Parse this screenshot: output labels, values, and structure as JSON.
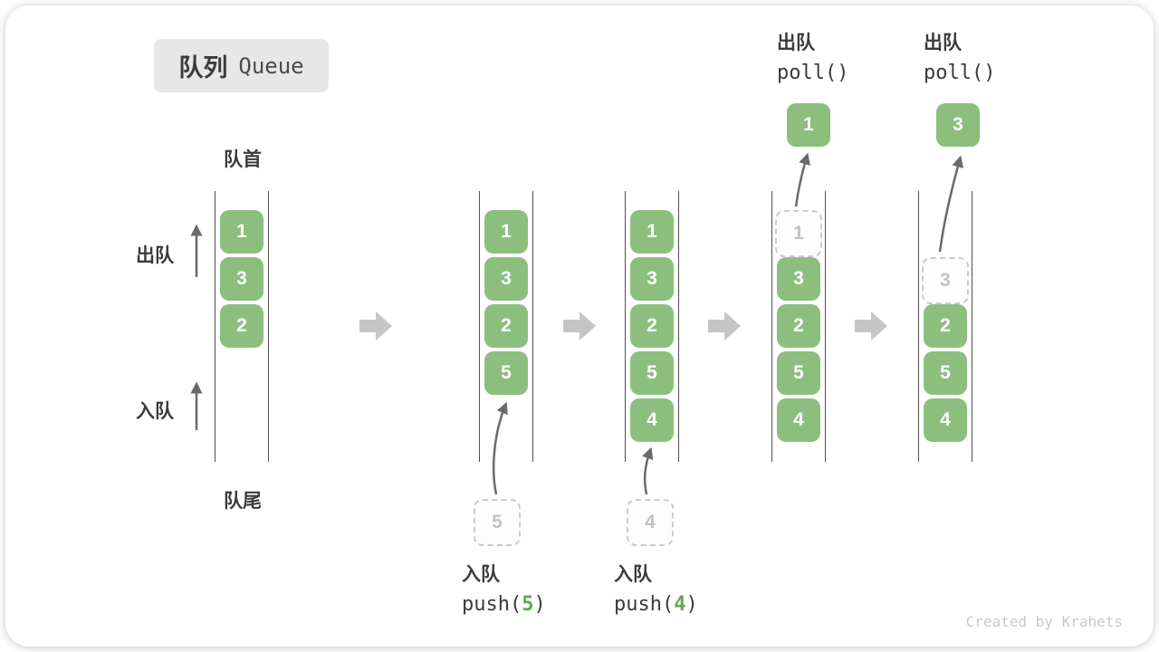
{
  "title": {
    "zh": "队列",
    "en": "Queue"
  },
  "side_labels": {
    "front": "队首",
    "rear": "队尾",
    "dequeue": "出队",
    "enqueue": "入队"
  },
  "watermark": "Created by Krahets",
  "colors": {
    "box_green": "#8CBF7E",
    "accent_green": "#5FA754",
    "ghost_border": "#CBCBCB",
    "ghost_text": "#C2C2C2",
    "wall": "#4F4F4F",
    "arrow_gray": "#6A6A6A",
    "flow_arrow": "#C5C5C5",
    "text_dark": "#3B3B3B",
    "title_bg": "#E7E7E7"
  },
  "states": [
    {
      "slots": [
        "1",
        "3",
        "2",
        null,
        null
      ],
      "ghost_index": -1
    },
    {
      "slots": [
        "1",
        "3",
        "2",
        "5",
        null
      ],
      "ghost_index": -1,
      "op_bottom": {
        "label": "入队",
        "code_before": "push(",
        "arg": "5",
        "code_after": ")",
        "pending_value": "5"
      }
    },
    {
      "slots": [
        "1",
        "3",
        "2",
        "5",
        "4"
      ],
      "ghost_index": -1,
      "op_bottom": {
        "label": "入队",
        "code_before": "push(",
        "arg": "4",
        "code_after": ")",
        "pending_value": "4"
      }
    },
    {
      "slots": [
        "1",
        "3",
        "2",
        "5",
        "4"
      ],
      "ghost_index": 0,
      "op_top": {
        "label": "出队",
        "code": "poll()",
        "released_value": "1"
      }
    },
    {
      "slots": [
        null,
        "3",
        "2",
        "5",
        "4"
      ],
      "ghost_index": 1,
      "op_top": {
        "label": "出队",
        "code": "poll()",
        "released_value": "3"
      }
    }
  ]
}
